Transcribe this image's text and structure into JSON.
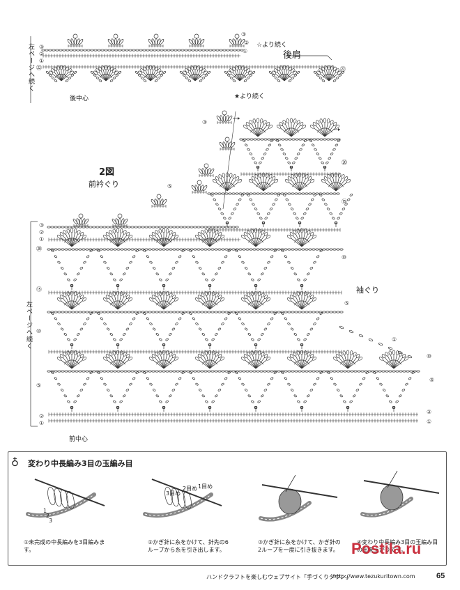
{
  "labels": {
    "continue_from_star_outline": "☆より続く",
    "back_shoulder": "後肩",
    "back_center": "後中心",
    "continue_from_star": "★より続く",
    "figure_title": "2図",
    "front_neckline": "前衿ぐり",
    "armhole": "袖ぐり",
    "front_center": "前中心",
    "left_page_continues": "左ページへ続く"
  },
  "row_markers": [
    "①",
    "②",
    "③",
    "⑤",
    "⑩",
    "⑮",
    "⑳",
    "㉒"
  ],
  "howto": {
    "title": "変わり中長編み3目の玉編み目",
    "step_labels": {
      "third": "3目め",
      "second": "2目め",
      "first": "1目め",
      "num_3": "3",
      "num_2": "2",
      "num_1": "1"
    },
    "captions": [
      "①未完成の中長編みを3目編みます。",
      "②かぎ針に糸をかけて、針先の6ループから糸を引き出します。",
      "③かぎ針に糸をかけて、かぎ針の2ループを一度に引き抜きます。",
      "④変わり中長編み3目の玉編み目の出来上がりです。"
    ]
  },
  "footer": {
    "site_text": "ハンドクラフトを楽しむウェブサイト「手づくりタウン」",
    "url": "http://www.tezukuritown.com",
    "page_number": "65"
  },
  "watermark": {
    "text": "Postila.ru"
  }
}
